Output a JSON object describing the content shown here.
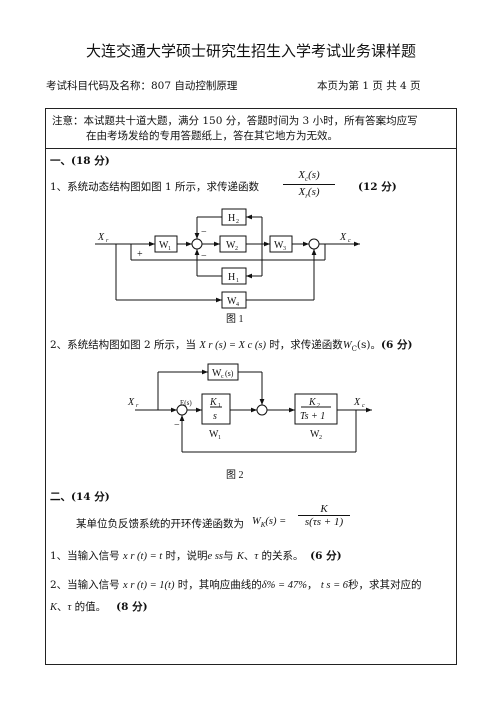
{
  "header": {
    "title": "大连交通大学硕士研究生招生入学考试业务课样题",
    "subject_label": "考试科目代码及名称：",
    "subject_code": "807",
    "subject_name": "自动控制原理",
    "page_info": "本页为第  1  页  共  4  页"
  },
  "notice": {
    "line1": "注意：本试题共十道大题，满分 150 分，答题时间为 3 小时，所有答案均应写",
    "line2": "在由考场发给的专用答题纸上，答在其它地方为无效。"
  },
  "section1": {
    "heading": "一、(18 分)",
    "q1_text": "1、系统动态结构图如图 1 所示，求传递函数",
    "q1_frac_num": "X",
    "q1_frac_num_sub": "c",
    "q1_frac_den": "X",
    "q1_frac_den_sub": "r",
    "q1_frac_arg": "(s)",
    "q1_score": "(12 分)",
    "fig1": {
      "xr": "X",
      "xr_sub": "r",
      "xc": "X",
      "xc_sub": "c",
      "W1": "W",
      "W1_sub": "1",
      "W2": "W",
      "W2_sub": "2",
      "W3": "W",
      "W3_sub": "3",
      "W4": "W",
      "W4_sub": "4",
      "H1": "H",
      "H1_sub": "1",
      "H2": "H",
      "H2_sub": "2",
      "plus": "+",
      "minus": "−",
      "caption": "图  1"
    },
    "q2_text_a": "2、系统结构图如图 2 所示，当",
    "q2_eq": "X r (s) = X c (s)",
    "q2_text_b": "时，求传递函数",
    "q2_wc": "W",
    "q2_wc_sub": "C",
    "q2_text_c": "(s)。",
    "q2_score": "(6 分)",
    "fig2": {
      "xr": "X",
      "xr_sub": "r",
      "xc": "X",
      "xc_sub": "c",
      "wc": "W",
      "wc_sub": "c",
      "wc_arg": "(s)",
      "es": "E(s)",
      "k1": "K",
      "k1_sub": "1",
      "k1_den": "s",
      "k2": "K",
      "k2_sub": "2",
      "k2_den": "Ts + 1",
      "W1": "W",
      "W1_sub": "1",
      "W2": "W",
      "W2_sub": "2",
      "minus": "−",
      "caption": "图  2"
    }
  },
  "section2": {
    "heading": "二、(14 分)",
    "intro": "某单位负反馈系统的开环传递函数为",
    "wk": "W",
    "wk_sub": "K",
    "wk_arg": "(s) =",
    "frac_num": "K",
    "frac_den": "s(τs + 1)",
    "q1_a": "1、当输入信号",
    "q1_x": "x r (t) = t",
    "q1_b": "时，说明",
    "q1_e": "e ss",
    "q1_c": "与",
    "q1_k": "K",
    "q1_d": "、",
    "q1_tau": "τ",
    "q1_e2": "的关系。",
    "q1_score": "(6 分)",
    "q2_a": "2、当输入信号",
    "q2_x": "x r (t) = 1(t)",
    "q2_b": "时，其响应曲线的",
    "q2_delta": "δ% = 47%",
    "q2_c": "，",
    "q2_ts": "t s = 6",
    "q2_d": "秒，求其对应的",
    "q2_line2_k": "K",
    "q2_line2_a": "、",
    "q2_line2_tau": "τ",
    "q2_line2_b": "的值。",
    "q2_score": "(8 分)"
  }
}
